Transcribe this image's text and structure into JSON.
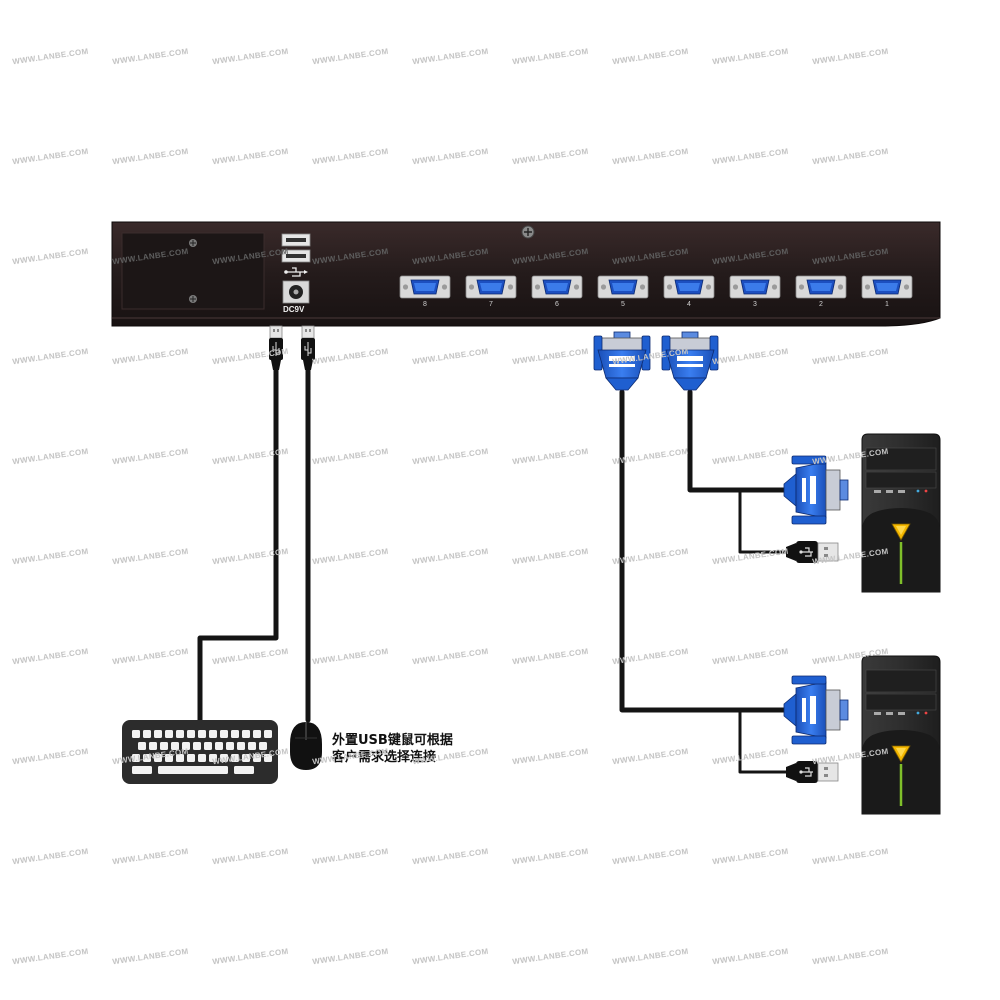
{
  "watermark": "WWW.LANBE.COM",
  "device": {
    "power_label": "DC9V",
    "ports": [
      "8",
      "7",
      "6",
      "5",
      "4",
      "3",
      "2",
      "1"
    ]
  },
  "caption": {
    "line1": "外置USB键鼠可根据",
    "line2": "客户需求选择连接"
  },
  "icons": {
    "keyboard": "keyboard-icon",
    "mouse": "mouse-icon",
    "computer": "computer-tower-icon",
    "usb": "usb-plug-icon",
    "vga": "vga-connector-icon"
  },
  "colors": {
    "chassis": "#2a1f1f",
    "vga_blue": "#1f5fd0",
    "cable": "#141414",
    "tower": "#2b2b2b",
    "accent": "#f5b800"
  }
}
